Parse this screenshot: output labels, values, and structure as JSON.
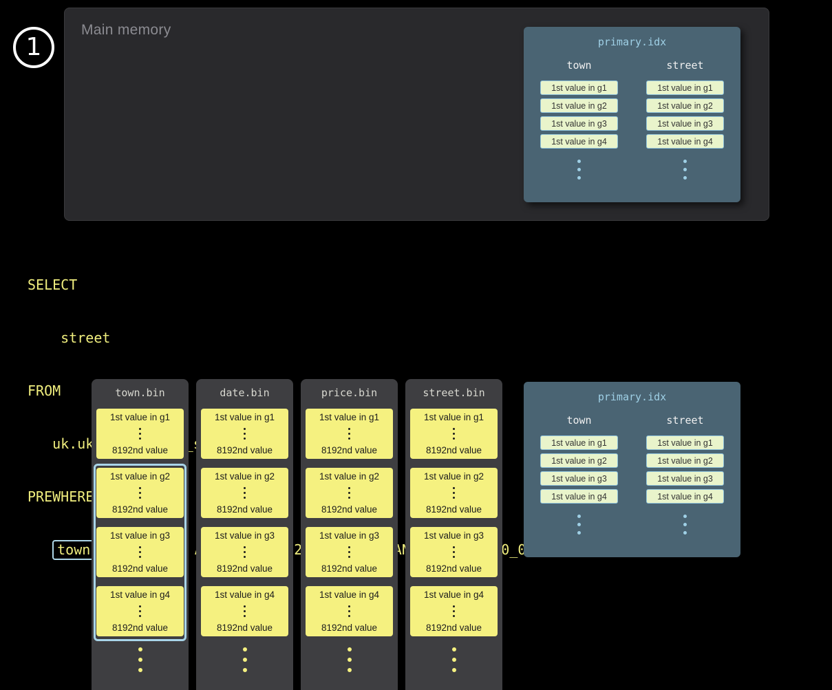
{
  "colors": {
    "background": "#000000",
    "main_memory_panel": "#29292c",
    "bin_panel_gray": "#3e3e41",
    "primary_idx_slate": "#4a6473",
    "granule_yellow": "#f5f180",
    "index_chip_green": "#e9f4cb",
    "accent_blue": "#a9d5e9",
    "sql_yellow": "#f0ee7e"
  },
  "step_badge": {
    "label": "1"
  },
  "main_memory": {
    "label": "Main memory"
  },
  "primary_idx": {
    "title": "primary.idx",
    "columns": [
      {
        "name": "town",
        "values": [
          "1st value in g1",
          "1st value in g2",
          "1st value in g3",
          "1st value in g4"
        ]
      },
      {
        "name": "street",
        "values": [
          "1st value in g1",
          "1st value in g2",
          "1st value in g3",
          "1st value in g4"
        ]
      }
    ]
  },
  "sql": {
    "lines": [
      "SELECT",
      "    street",
      "FROM",
      "   uk.uk_price_paid_simple",
      "PREWHERE"
    ],
    "last_line": {
      "indent": "   ",
      "highlight": "town = 'LONDON'",
      "rest": " AND date > '2024-12-31' AND price < 10_000;"
    }
  },
  "bin_files": [
    {
      "name": "town.bin",
      "selected_granules": [
        "g2",
        "g3",
        "g4"
      ],
      "granules": [
        {
          "first": "1st value in g1",
          "last": "8192nd value"
        },
        {
          "first": "1st value in g2",
          "last": "8192nd value"
        },
        {
          "first": "1st value in g3",
          "last": "8192nd value"
        },
        {
          "first": "1st value in g4",
          "last": "8192nd value"
        }
      ]
    },
    {
      "name": "date.bin",
      "granules": [
        {
          "first": "1st value in g1",
          "last": "8192nd value"
        },
        {
          "first": "1st value in g2",
          "last": "8192nd value"
        },
        {
          "first": "1st value in g3",
          "last": "8192nd value"
        },
        {
          "first": "1st value in g4",
          "last": "8192nd value"
        }
      ]
    },
    {
      "name": "price.bin",
      "granules": [
        {
          "first": "1st value in g1",
          "last": "8192nd value"
        },
        {
          "first": "1st value in g2",
          "last": "8192nd value"
        },
        {
          "first": "1st value in g3",
          "last": "8192nd value"
        },
        {
          "first": "1st value in g4",
          "last": "8192nd value"
        }
      ]
    },
    {
      "name": "street.bin",
      "granules": [
        {
          "first": "1st value in g1",
          "last": "8192nd value"
        },
        {
          "first": "1st value in g2",
          "last": "8192nd value"
        },
        {
          "first": "1st value in g3",
          "last": "8192nd value"
        },
        {
          "first": "1st value in g4",
          "last": "8192nd value"
        }
      ]
    }
  ]
}
